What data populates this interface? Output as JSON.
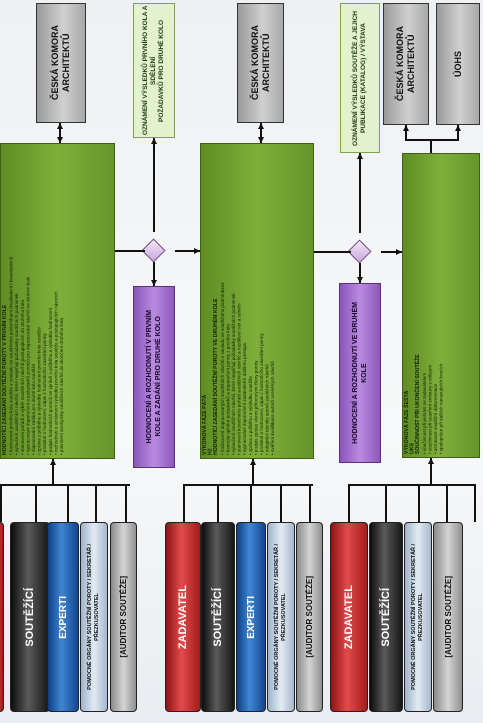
{
  "columns": [
    {
      "ck_top": "ČESKÁ KOMORA\nARCHITEKTŮ",
      "main_header": "HODNOTÍCÍ ZASEDÁNÍ SOUTĚŽNÍ POROTY V PRVNÍM KOLE",
      "main_lines": [
        "• hodnocení prvního kola soutěže v souladu se soutěžními podmínkami (kvalitativní i kvantitativní)",
        "• vyloučení soutěžních návrhů, které nesplňují požadavky soutěžních podmínek",
        "• stanovení pořadí a výběr soutěžních návrhů postupujících do druhého kola",
        "• vypracování doporučení a požadavků porotců pro dopracování návrhů ve druhém kole",
        "• dopracování zadání pro druhé kolo soutěže",
        "• zpráva z průběhu a výsledku hodnocení prvního kola soutěže",
        "• protokol o hodnocení, zápis z hodnotícího zasedání poroty",
        "• podpis hodnotících porotců ve zprávě o průběhu a výsledku hodnocení",
        "• rozhodnutí o oznámení výsledku prvního kola soutěže a postupujících návrzích",
        "• potvrzení anonymity soutěžních návrhů do ukončení druhého kola"
      ],
      "purple": "HODNOCENÍ A ROZHODNUTÍ V PRVNÍM\nKOLE A ZADÁNÍ PRO DRUHÉ KOLO",
      "lgreen": "OZNÁMENÍ VÝSLEDKŮ PRVNÍHO KOLA A SDĚLENÍ\nPOŽADAVKŮ PRO DRUHÉ KOLO"
    },
    {
      "ck_top": "ČESKÁ KOMORA\nARCHITEKTŮ",
      "phase": "VÝKONOVÁ FÁZE PÁTÁ",
      "code": "H2",
      "main_header": "HODNOTÍCÍ ZASEDÁNÍ SOUTĚŽNÍ POROTY VE DRUHÉM KOLE",
      "main_lines": [
        "• hodnocení dopracovaných soutěžních návrhů v souladu se soutěžními podmínkami",
        "• kontrola splnění požadavků a doporučení poroty z prvního kola",
        "• vyloučení soutěžních návrhů, které nesplňují požadavky soutěžních podmínek",
        "• stanovení konečného pořadí soutěžních návrhů a rozdělení cen a odměn",
        "• vypracování doporučení zadavateli k dalšímu postupu",
        "• zpráva o průběhu a výsledku soutěže",
        "• podpis zprávy všemi přítomnými členy poroty",
        "• protokol o hodnocení, zápis z hodnotícího zasedání poroty",
        "• odtajnění identity autorů soutěžních návrhů",
        "• ověření kvalifikace autorů oceněných návrhů"
      ],
      "purple": "HODNOCENÍ A ROZHODNUTÍ VE DRUHÉM\nKOLE",
      "lgreen": "OZNÁMENÍ VÝSLEDKŮ SOUTĚŽE A JEJICH\nPUBLIKACE (KATALOG) / VÝSTAVA"
    },
    {
      "ck_top": "ČESKÁ KOMORA\nARCHITEKTŮ",
      "ck_top2": "ÚOHS",
      "phase": "VÝKONOVÁ FÁZE ŠESTÁ",
      "code": "UKS",
      "main_header": "SOUČINNOST PŘI UKONČENÍ SOUTĚŽE",
      "main_lines": [
        "• součinnost při jednání se zadavatelem",
        "• součinnost při uzavření smlouvy s vítězem",
        "• archivace soutěžní dokumentace",
        "• spolupráce při dalších navazujících krocích"
      ]
    }
  ],
  "actors": {
    "zadavatel": "ZADAVATEL",
    "soutezici": "SOUTĚŽÍCÍ",
    "experti": "EXPERTI",
    "pomocne": "POMOCNÉ ORGÁNY SOUTĚŽNÍ POROTY / SEKRETÁŘ /\nPŘEZKUSOVATEL",
    "auditor": "[AUDITOR SOUTĚŽE]"
  }
}
